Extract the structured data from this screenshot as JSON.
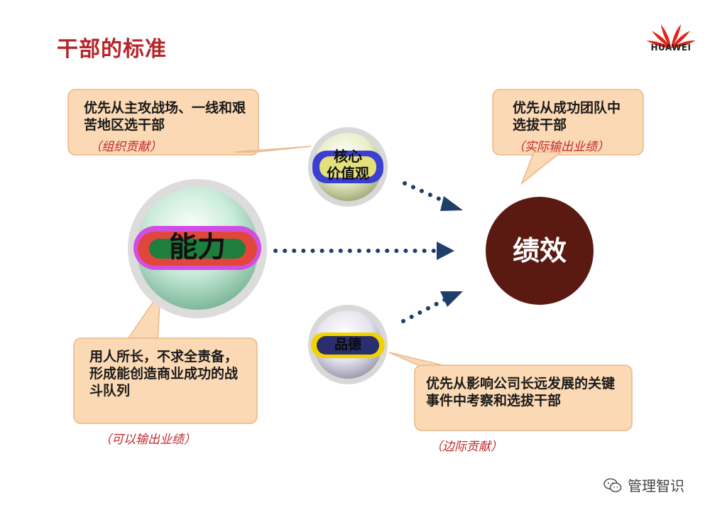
{
  "title": "干部的标准",
  "brand": "HUAWEI",
  "nodes": {
    "center": "能力",
    "core": "核心\n价值观",
    "morality": "品德",
    "result": "绩效"
  },
  "callouts": {
    "top_left": {
      "text": "优先从主攻战场、一线和艰苦地区选干部",
      "note": "（组织贡献）"
    },
    "top_right": {
      "text": "优先从成功团队中选拔干部",
      "note": "（实际输出业绩）"
    },
    "bottom_left": {
      "text": "用人所长，不求全责备，形成能创造商业成功的战斗队列",
      "note": "（可以输出业绩）"
    },
    "bottom_right": {
      "text": "优先从影响公司长远发展的关键事件中考察和选拔干部",
      "note": "（边际贡献）"
    }
  },
  "watermark": "管理智识",
  "colors": {
    "title": "#b5252b",
    "callout_fill": "#fbd9b4",
    "result_fill": "#5a1a12",
    "arrow": "#1f3f6b",
    "note": "#c0282c"
  }
}
